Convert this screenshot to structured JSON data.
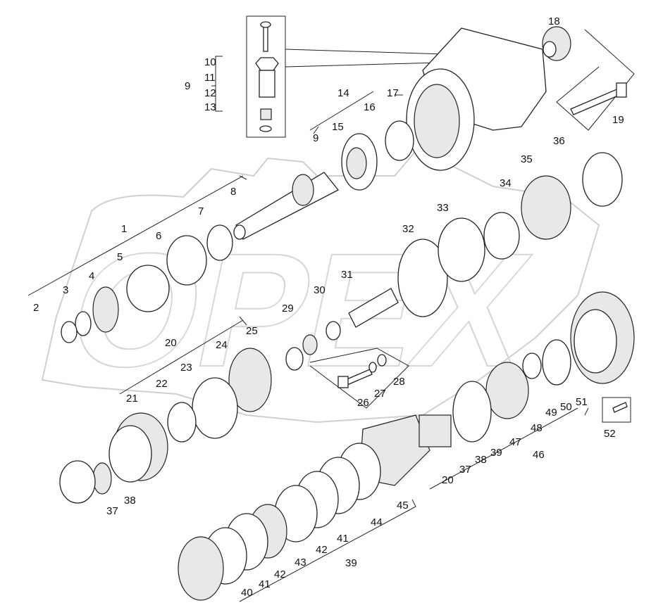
{
  "diagram": {
    "type": "exploded parts diagram",
    "watermark": "OPEX",
    "line_color": "#222222",
    "watermark_color": "#cfcfcf",
    "labels": [
      "10",
      "11",
      "9",
      "12",
      "13",
      "18",
      "17",
      "14",
      "9",
      "16",
      "15",
      "19",
      "36",
      "35",
      "34",
      "33",
      "32",
      "8",
      "7",
      "1",
      "6",
      "5",
      "4",
      "3",
      "2",
      "31",
      "30",
      "29",
      "25",
      "24",
      "20",
      "23",
      "22",
      "21",
      "26",
      "27",
      "28",
      "51",
      "50",
      "49",
      "48",
      "47",
      "52",
      "46",
      "39",
      "38",
      "37",
      "20",
      "45",
      "44",
      "41",
      "42",
      "43",
      "39",
      "42",
      "41",
      "40",
      "38",
      "37"
    ]
  }
}
